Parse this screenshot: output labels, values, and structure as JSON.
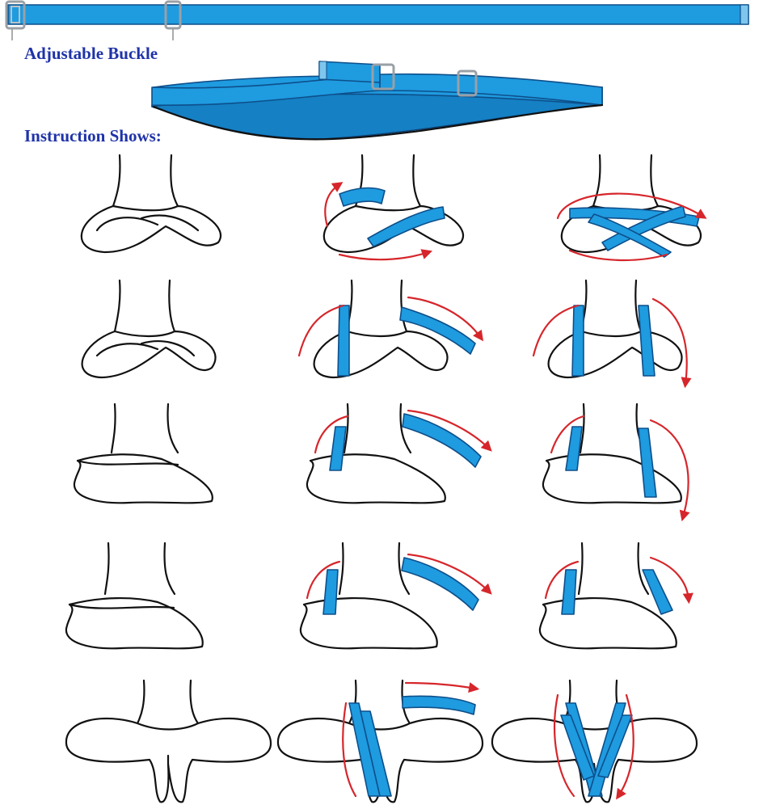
{
  "labels": {
    "adjustable_buckle": "Adjustable Buckle",
    "instruction_shows": "Instruction Shows:"
  },
  "colors": {
    "strap": "#1f9be0",
    "label_text": "#1f33a8",
    "arrow": "#d6262b"
  },
  "icons": [
    "strap-illustration",
    "crossed-legs-illustration",
    "red-arrow-icon"
  ]
}
